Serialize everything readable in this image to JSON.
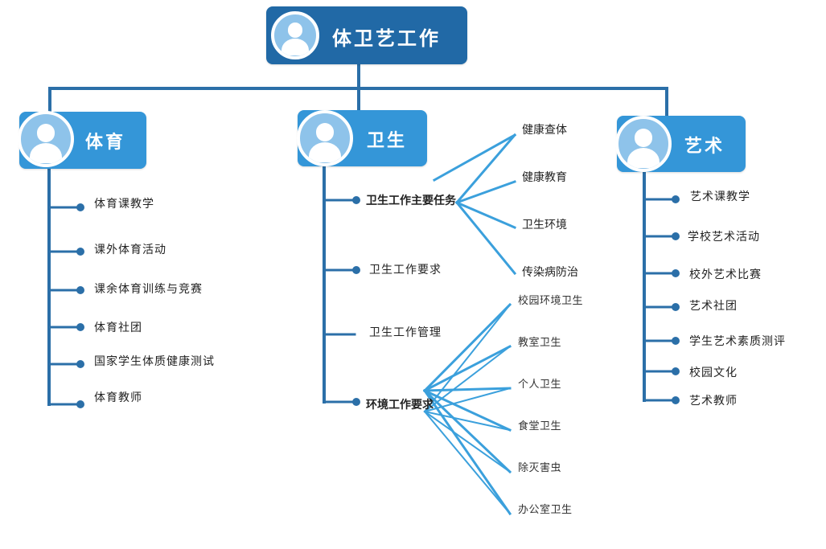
{
  "colors": {
    "root_box": "#2169a6",
    "branch_box": "#3496d8",
    "connector": "#2b6fa8",
    "fan": "#3ba0dc",
    "avatar": "#8ec3ea"
  },
  "root": {
    "title": "体卫艺工作",
    "icon": "user-avatar-icon"
  },
  "branches": [
    {
      "title": "体育",
      "icon": "user-avatar-icon",
      "items": [
        "体育课教学",
        "课外体育活动",
        "课余体育训练与竞赛",
        "体育社团",
        "国家学生体质健康测试",
        "体育教师"
      ]
    },
    {
      "title": "卫生",
      "icon": "user-avatar-icon",
      "items": [
        {
          "label": "卫生工作主要任务",
          "children": [
            "健康查体",
            "健康教育",
            "卫生环境",
            "传染病防治"
          ]
        },
        {
          "label": "卫生工作要求",
          "children": []
        },
        {
          "label": "卫生工作管理",
          "children": []
        },
        {
          "label": "环境工作要求",
          "children": [
            "校园环境卫生",
            "教室卫生",
            "个人卫生",
            "食堂卫生",
            "除灭害虫",
            "办公室卫生"
          ]
        }
      ]
    },
    {
      "title": "艺术",
      "icon": "user-avatar-icon",
      "items": [
        "艺术课教学",
        "学校艺术活动",
        "校外艺术比赛",
        "艺术社团",
        "学生艺术素质测评",
        "校园文化",
        "艺术教师"
      ]
    }
  ]
}
